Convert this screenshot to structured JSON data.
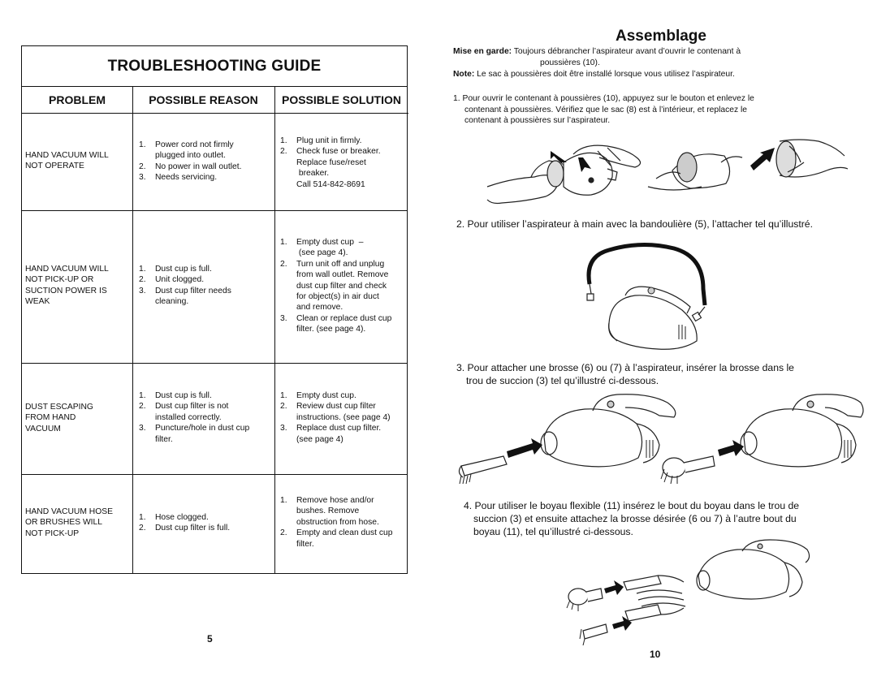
{
  "left_page": {
    "title": "TROUBLESHOOTING GUIDE",
    "headers": {
      "problem": "PROBLEM",
      "reason": "POSSIBLE REASON",
      "solution": "POSSIBLE SOLUTION"
    },
    "rows": [
      {
        "problem": [
          "HAND VACUUM WILL",
          "NOT OPERATE"
        ],
        "reasons": [
          {
            "n": "1.",
            "lines": [
              "Power cord not firmly",
              "plugged into outlet."
            ]
          },
          {
            "n": "2.",
            "lines": [
              "No power in wall outlet."
            ]
          },
          {
            "n": "3.",
            "lines": [
              "Needs servicing."
            ]
          }
        ],
        "solutions": [
          {
            "n": "1.",
            "lines": [
              "Plug unit in firmly."
            ]
          },
          {
            "n": "2.",
            "lines": [
              "Check fuse or breaker.",
              "Replace fuse/reset",
              " breaker.",
              "Call 514-842-8691"
            ]
          }
        ]
      },
      {
        "problem": [
          "HAND VACUUM WILL",
          "NOT PICK-UP OR",
          "SUCTION POWER IS",
          "WEAK"
        ],
        "reasons": [
          {
            "n": "1.",
            "lines": [
              "Dust cup is full."
            ]
          },
          {
            "n": "2.",
            "lines": [
              "Unit clogged."
            ]
          },
          {
            "n": "3.",
            "lines": [
              "Dust cup filter needs",
              "cleaning."
            ]
          }
        ],
        "solutions": [
          {
            "n": "1.",
            "lines": [
              "Empty dust cup  –",
              " (see page 4)."
            ]
          },
          {
            "n": "2.",
            "lines": [
              "Turn unit off and unplug",
              "from wall outlet. Remove",
              "dust cup filter and check",
              "for object(s) in air duct",
              "and remove."
            ]
          },
          {
            "n": "3.",
            "lines": [
              "Clean or replace dust cup",
              "filter. (see page 4)."
            ]
          }
        ]
      },
      {
        "problem": [
          "DUST ESCAPING",
          "FROM HAND",
          "VACUUM"
        ],
        "reasons": [
          {
            "n": "1.",
            "lines": [
              "Dust cup is full."
            ]
          },
          {
            "n": "2.",
            "lines": [
              "Dust cup filter is not",
              "installed correctly."
            ]
          },
          {
            "n": "3.",
            "lines": [
              "Puncture/hole in dust cup",
              "filter."
            ]
          }
        ],
        "solutions": [
          {
            "n": "1.",
            "lines": [
              "Empty dust cup."
            ]
          },
          {
            "n": "2.",
            "lines": [
              "Review dust cup filter",
              "instructions. (see page 4)"
            ]
          },
          {
            "n": "3.",
            "lines": [
              "Replace dust cup filter.",
              "(see page 4)"
            ]
          }
        ]
      },
      {
        "problem": [
          "HAND VACUUM HOSE",
          "OR BRUSHES WILL",
          "NOT PICK-UP"
        ],
        "reasons": [
          {
            "n": "1.",
            "lines": [
              "Hose clogged."
            ]
          },
          {
            "n": "2.",
            "lines": [
              "Dust cup filter is full."
            ]
          }
        ],
        "solutions": [
          {
            "n": "1.",
            "lines": [
              "Remove hose and/or",
              "bushes. Remove",
              "obstruction from hose."
            ]
          },
          {
            "n": "2.",
            "lines": [
              "Empty and clean dust cup",
              "filter."
            ]
          }
        ]
      }
    ],
    "page_number": "5"
  },
  "right_page": {
    "title": "Assemblage",
    "warning_label": "Mise en garde:",
    "warning_text_1": " Toujours débrancher l’aspirateur avant d’ouvrir le contenant à",
    "warning_text_2": "poussières (10).",
    "note_label": "Note:",
    "note_text": " Le sac à poussières doit être installé lorsque vous utilisez l’aspirateur.",
    "step1": [
      "1. Pour ouvrir le contenant à poussières (10), appuyez sur le bouton et enlevez le",
      "contenant à poussières. Vérifiez que le sac (8)  est à l’intérieur, et replacez le",
      "contenant à poussières sur l’aspirateur."
    ],
    "step2": "2. Pour utiliser l’aspirateur à main avec la bandoulière (5), l’attacher tel qu’illustré.",
    "step3": [
      "3. Pour attacher une brosse (6) ou (7) à l’aspirateur, insérer la brosse dans le",
      "trou de succion (3) tel qu’illustré ci-dessous."
    ],
    "step4": [
      "4. Pour utiliser le boyau flexible (11) insérez le bout du boyau dans le trou de",
      "succion (3) et ensuite attachez la brosse désirée (6 ou 7) à l’autre bout du",
      "boyau (11), tel qu’illustré ci-dessous."
    ],
    "page_number": "10"
  }
}
